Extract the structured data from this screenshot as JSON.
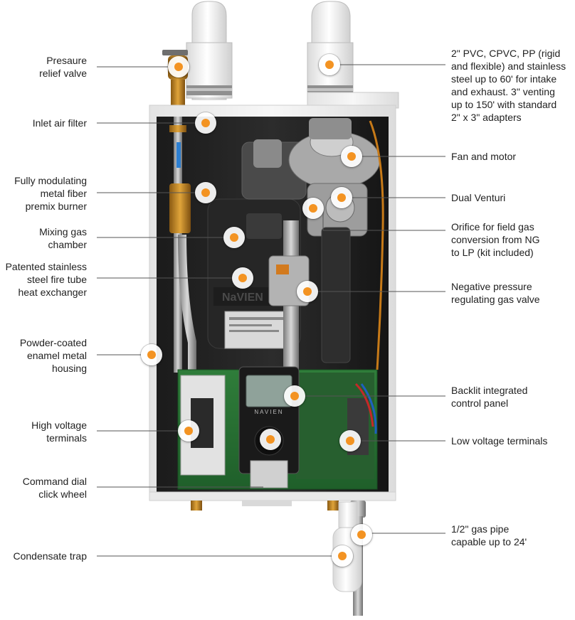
{
  "accent_color": "#f39322",
  "callouts": [
    {
      "id": "pressure-relief-valve",
      "text": "Presaure\nrelief valve"
    },
    {
      "id": "inlet-air-filter",
      "text": "Inlet air filter"
    },
    {
      "id": "premix-burner",
      "text": "Fully modulating\nmetal fiber\npremix burner"
    },
    {
      "id": "mixing-gas-chamber",
      "text": "Mixing gas\nchamber"
    },
    {
      "id": "heat-exchanger",
      "text": "Patented stainless\nsteel fire tube\nheat exchanger"
    },
    {
      "id": "housing",
      "text": "Powder-coated\nenamel metal\nhousing"
    },
    {
      "id": "high-voltage-terminals",
      "text": "High voltage\nterminals"
    },
    {
      "id": "command-dial",
      "text": "Command dial\nclick wheel"
    },
    {
      "id": "condensate-trap",
      "text": "Condensate trap"
    },
    {
      "id": "venting",
      "text": "2\" PVC, CPVC, PP (rigid\nand flexible) and stainless\nsteel up to 60' for intake\nand exhaust. 3\" venting\nup to 150' with standard\n2\" x 3\" adapters"
    },
    {
      "id": "fan-and-motor",
      "text": "Fan and motor"
    },
    {
      "id": "dual-venturi",
      "text": "Dual Venturi"
    },
    {
      "id": "orifice",
      "text": "Orifice for field gas\nconversion from NG\nto LP (kit included)"
    },
    {
      "id": "gas-valve",
      "text": "Negative pressure\nregulating gas valve"
    },
    {
      "id": "control-panel",
      "text": "Backlit integrated\ncontrol panel"
    },
    {
      "id": "low-voltage-terminals",
      "text": "Low voltage terminals"
    },
    {
      "id": "gas-pipe",
      "text": "1/2\" gas pipe\ncapable up to 24'"
    }
  ],
  "unit_brand": "NaVIEN",
  "panel_brand": "NAVIEN"
}
